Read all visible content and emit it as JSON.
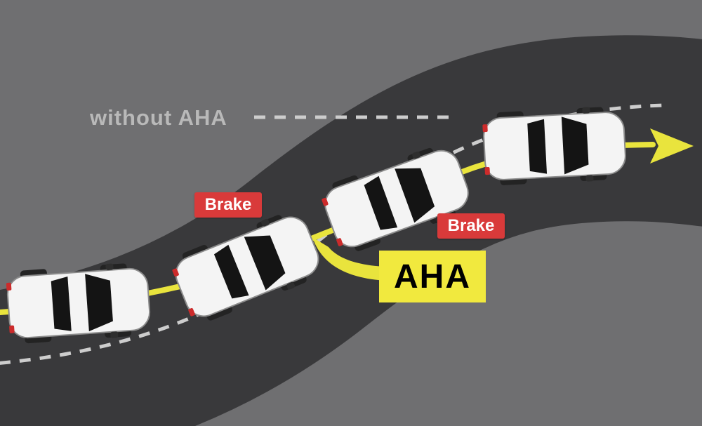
{
  "diagram": {
    "without_aha_label": "without AHA",
    "brake_label_1": "Brake",
    "brake_label_2": "Brake",
    "aha_label": "AHA"
  },
  "colors": {
    "background": "#6f6f71",
    "road": "#39393b",
    "dashed_line": "#cdcdcd",
    "aha_path": "#e9e43d",
    "arrow": "#e9e43d",
    "brake_badge_bg": "#d93a3a",
    "brake_badge_text": "#ffffff",
    "aha_box_bg": "#f1e93e",
    "aha_box_text": "#000000",
    "car_body": "#f4f4f4",
    "car_glass": "#141414",
    "without_aha_text": "#b9b9b9"
  },
  "icons": {
    "direction_arrow": "yellow-right-arrow",
    "aha_pointer": "yellow-swoosh-pointer"
  }
}
